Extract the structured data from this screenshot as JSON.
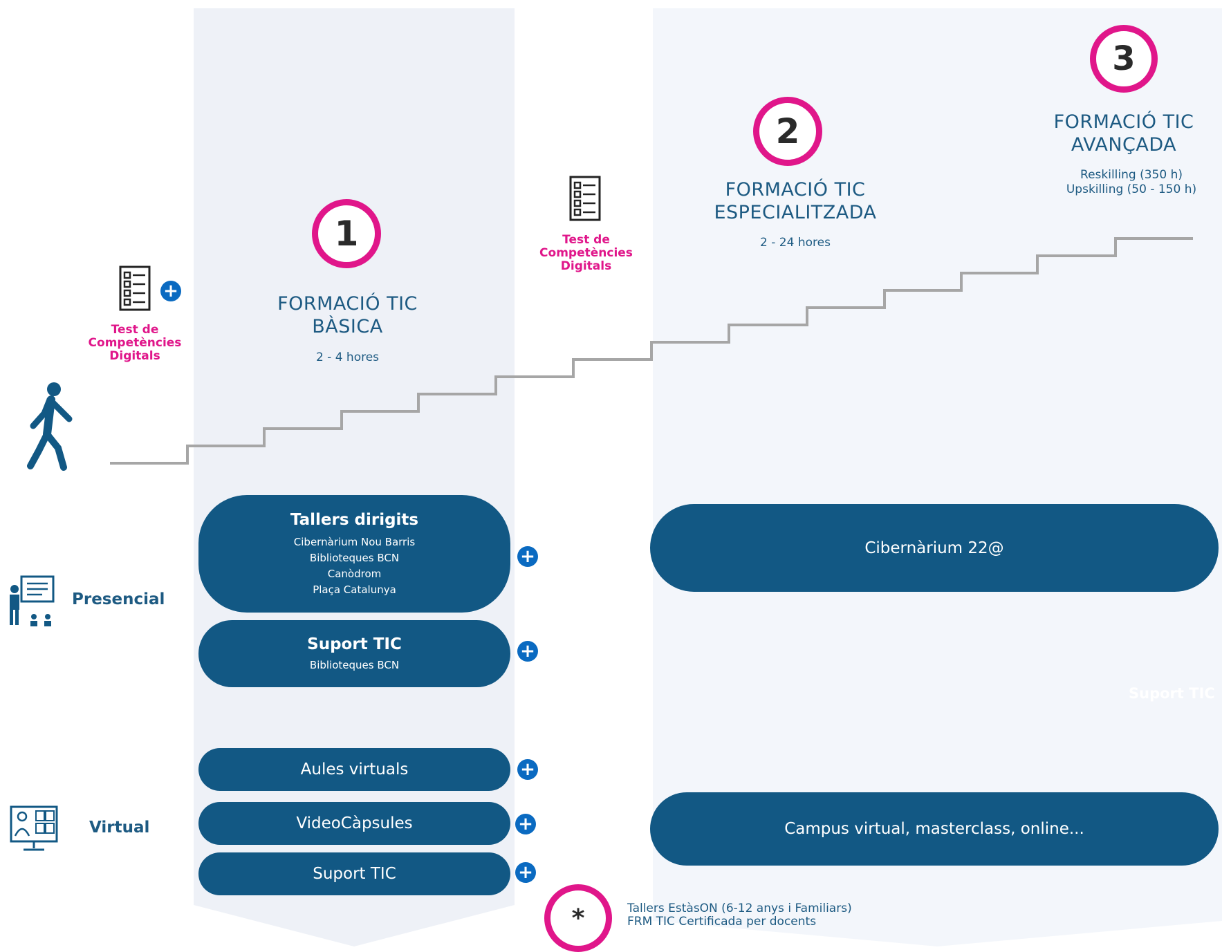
{
  "levels": [
    {
      "number": "1",
      "title_line1": "FORMACIÓ  TIC",
      "title_line2": "BÀSICA",
      "duration": "2 - 4 hores"
    },
    {
      "number": "2",
      "title_line1": "FORMACIÓ TIC",
      "title_line2": "ESPECIALITZADA",
      "duration": "2 - 24 hores"
    },
    {
      "number": "3",
      "title_line1": "FORMACIÓ TIC",
      "title_line2": "AVANÇADA",
      "duration_line1": "Reskilling (350 h)",
      "duration_line2": "Upskilling (50 - 150 h)"
    }
  ],
  "tests": [
    {
      "line1": "Test de",
      "line2": "Competències",
      "line3": "Digitals"
    },
    {
      "line1": "Test de",
      "line2": "Competències",
      "line3": "Digitals"
    }
  ],
  "modes": {
    "presencial": "Presencial",
    "virtual": "Virtual"
  },
  "basic_presencial": [
    {
      "title": "Tallers dirigits",
      "lines": [
        "Cibernàrium Nou Barris",
        "Biblioteques BCN",
        "Canòdrom",
        "Plaça Catalunya"
      ]
    },
    {
      "title": "Suport TIC",
      "lines": [
        "Biblioteques BCN"
      ]
    }
  ],
  "basic_virtual": [
    "Aules virtuals",
    "VideoCàpsules",
    "Suport TIC"
  ],
  "specialized": {
    "presencial": "Cibernàrium 22@",
    "virtual": "Campus virtual, masterclass, online...",
    "hidden_label": "Suport TIC"
  },
  "special": {
    "symbol": "*",
    "line1": "Tallers EstàsON (6-12 anys i Familiars)",
    "line2": "FRM TIC Certificada per docents"
  },
  "plus_symbol": "+",
  "colors": {
    "navy": "#125884",
    "magenta": "#e0168a",
    "blue_plus": "#0a6ac1",
    "stair": "#a6a6a6",
    "text": "#1d5a82"
  }
}
